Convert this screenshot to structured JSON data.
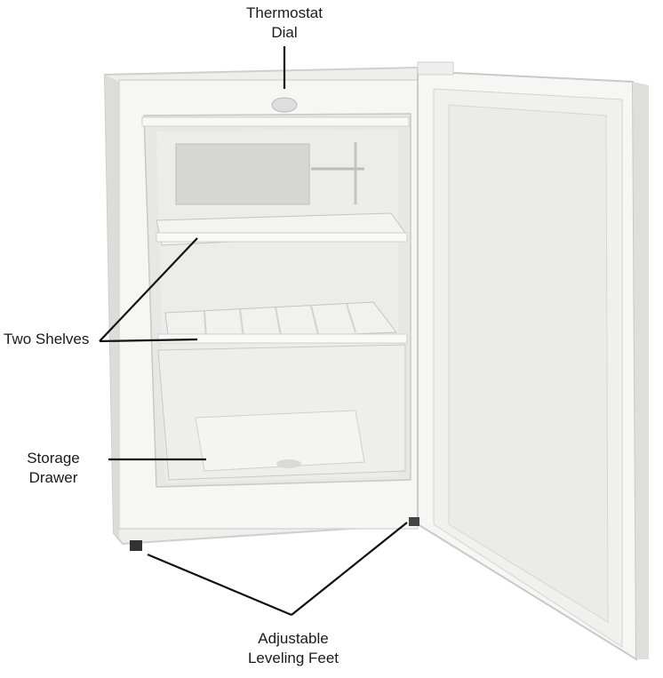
{
  "labels": {
    "thermostat_line1": "Thermostat",
    "thermostat_line2": "Dial",
    "shelves": "Two Shelves",
    "drawer_line1": "Storage",
    "drawer_line2": "Drawer",
    "feet_line1": "Adjustable",
    "feet_line2": "Leveling Feet"
  },
  "colors": {
    "background": "#ffffff",
    "cabinet": "#f4f4f2",
    "interior": "#e8e8e6",
    "shadow": "#cfcfcc",
    "leader_line": "#111111"
  }
}
